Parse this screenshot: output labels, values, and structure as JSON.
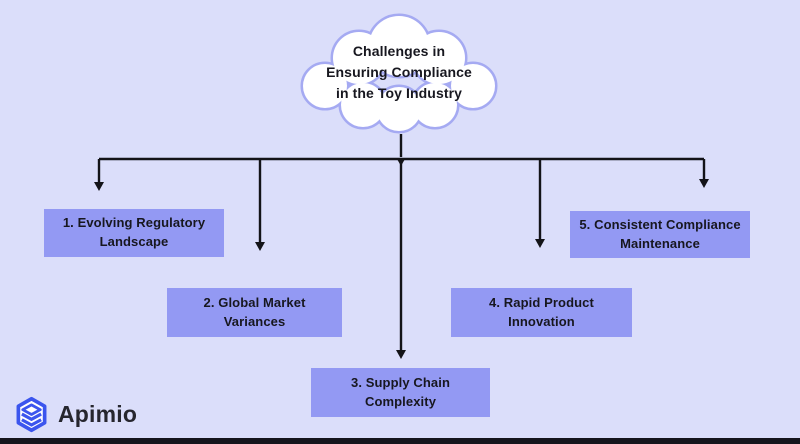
{
  "colors": {
    "bg": "#dbdefa",
    "box_fill": "#9399f3",
    "box_text": "#17171f",
    "cloud_stroke": "#a5aaf2",
    "cloud_fill": "#ffffff",
    "line": "#131318",
    "logo_blue": "#3b55ee",
    "logo_text_color": "#26262e",
    "footer_bar": "#15151d"
  },
  "cloud": {
    "title": "Challenges in\nEnsuring Compliance\nin the Toy Industry"
  },
  "nodes": [
    {
      "label": "1. Evolving Regulatory\nLandscape"
    },
    {
      "label": "2. Global Market\nVariances"
    },
    {
      "label": "3. Supply Chain\nComplexity"
    },
    {
      "label": "4. Rapid Product\nInnovation"
    },
    {
      "label": "5. Consistent Compliance\nMaintenance"
    }
  ],
  "footer": {
    "brand": "Apimio"
  }
}
